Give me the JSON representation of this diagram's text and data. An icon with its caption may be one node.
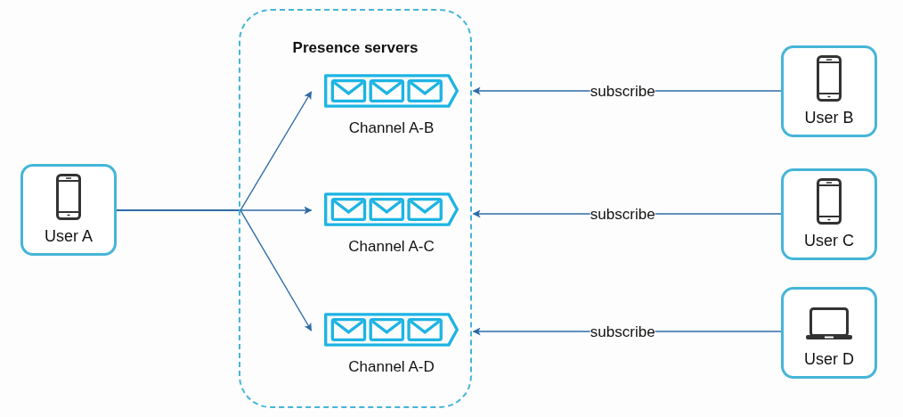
{
  "diagram": {
    "nodes": [
      {
        "text": [
          "Presence servers"
        ]
      },
      {
        "text": [
          "User A"
        ]
      },
      {
        "text": [
          "Channel A-B"
        ],
        "in": 0
      },
      {
        "text": [
          "Channel A-C"
        ],
        "in": 0
      },
      {
        "text": [
          "Channel A-D"
        ],
        "in": 0
      },
      {
        "text": [
          "User B"
        ]
      },
      {
        "text": [
          "User C"
        ]
      },
      {
        "text": [
          "User D"
        ]
      }
    ],
    "edges": [
      {
        "from": 1,
        "to": 2,
        "arrow": "to"
      },
      {
        "from": 1,
        "to": 3,
        "arrow": "to"
      },
      {
        "from": 1,
        "to": 4,
        "arrow": "to"
      },
      {
        "from": 5,
        "to": 2,
        "arrow": "to",
        "label": "subscribe"
      },
      {
        "from": 6,
        "to": 3,
        "arrow": "to",
        "label": "subscribe"
      },
      {
        "from": 7,
        "to": 4,
        "arrow": "to",
        "label": "subscribe"
      }
    ]
  }
}
